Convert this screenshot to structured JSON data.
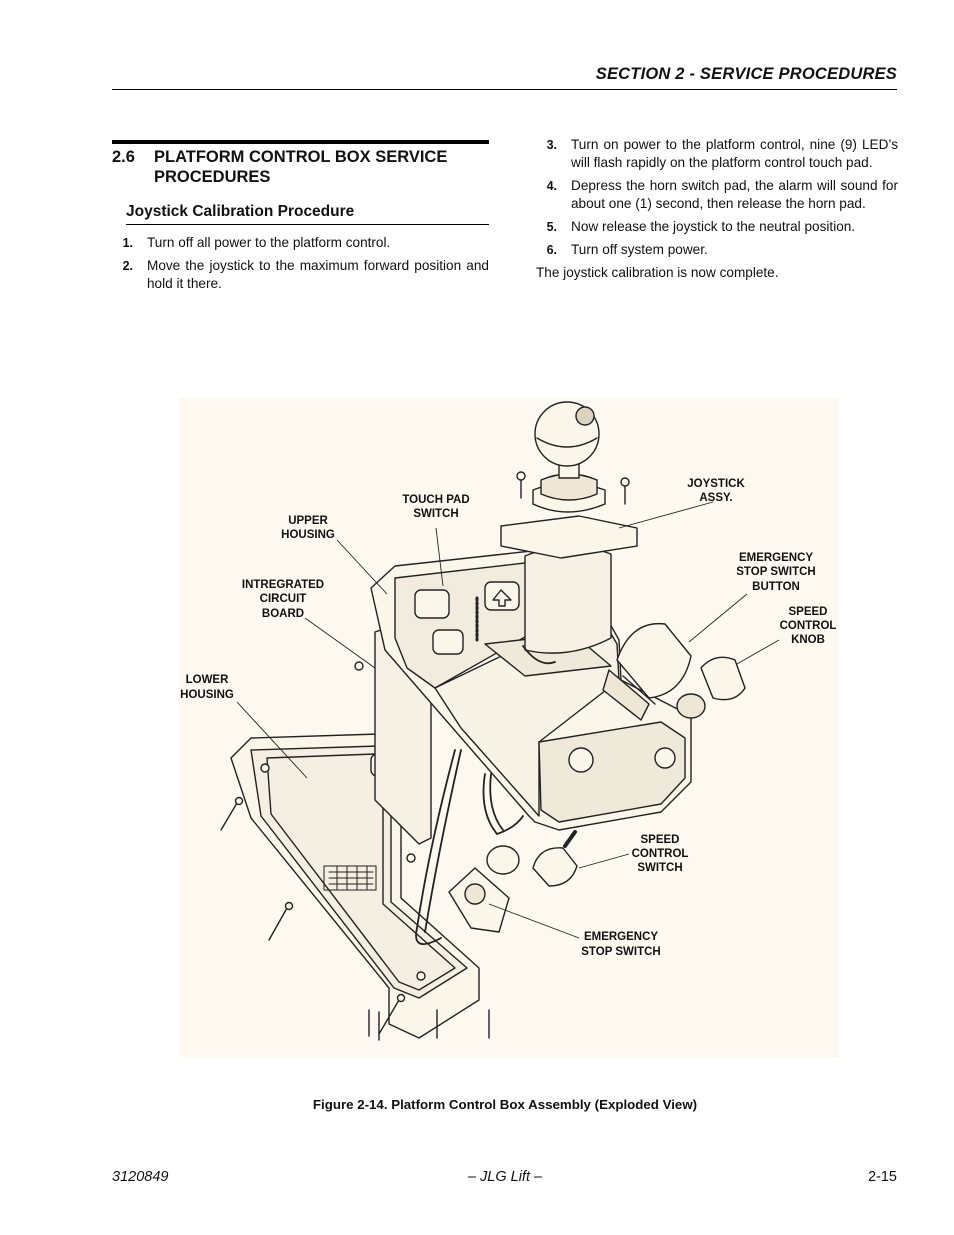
{
  "header": {
    "title": "SECTION 2 - SERVICE PROCEDURES"
  },
  "section": {
    "number": "2.6",
    "title": "PLATFORM CONTROL BOX SERVICE PROCEDURES",
    "subheading": "Joystick Calibration Procedure"
  },
  "steps": [
    {
      "num": "1.",
      "text": "Turn off all power to the platform control."
    },
    {
      "num": "2.",
      "text": "Move the joystick to the maximum forward position and hold it there."
    },
    {
      "num": "3.",
      "text": "Turn on power to the platform control, nine (9) LED’s will flash rapidly on the platform control touch pad."
    },
    {
      "num": "4.",
      "text": "Depress the horn switch pad, the alarm will sound for about one (1) second, then release the horn pad."
    },
    {
      "num": "5.",
      "text": "Now release the joystick to the neutral position."
    },
    {
      "num": "6.",
      "text": "Turn off system power."
    }
  ],
  "closing": "The joystick calibration is now complete.",
  "figure": {
    "caption": "Figure 2-14.  Platform Control Box Assembly (Exploded View)",
    "callouts": {
      "touch_pad": [
        "TOUCH PAD",
        "SWITCH"
      ],
      "upper_housing": [
        "UPPER",
        "HOUSING"
      ],
      "joystick": [
        "JOYSTICK",
        "ASSY."
      ],
      "estop_button": [
        "EMERGENCY",
        "STOP SWITCH",
        "BUTTON"
      ],
      "circuit_board": [
        "INTREGRATED",
        "CIRCUIT",
        "BOARD"
      ],
      "speed_knob": [
        "SPEED",
        "CONTROL",
        "KNOB"
      ],
      "lower_housing": [
        "LOWER",
        "HOUSING"
      ],
      "speed_switch": [
        "SPEED",
        "CONTROL",
        "SWITCH"
      ],
      "estop_switch": [
        "EMERGENCY",
        "STOP SWITCH"
      ]
    }
  },
  "footer": {
    "doc_number": "3120849",
    "center": "– JLG Lift –",
    "page": "2-15"
  }
}
